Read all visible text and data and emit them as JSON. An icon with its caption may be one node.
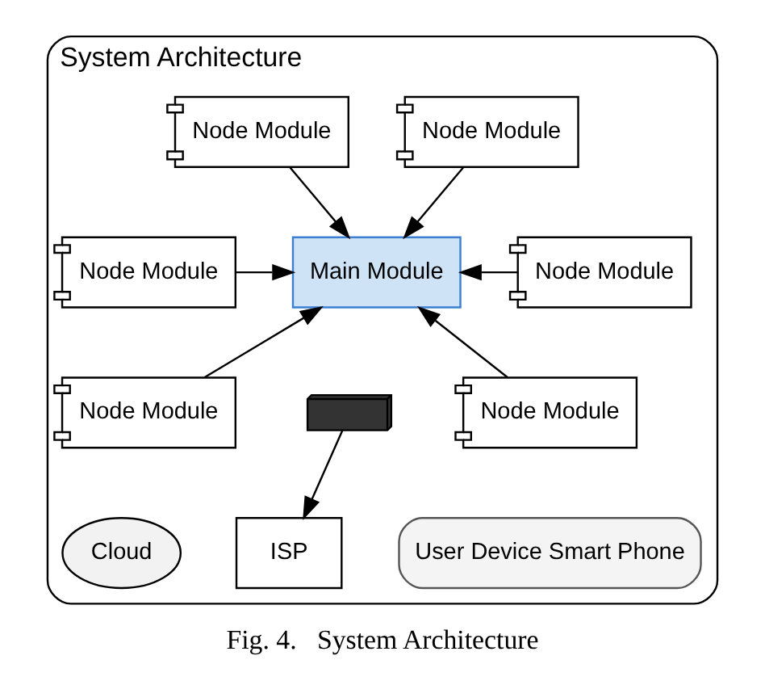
{
  "diagram": {
    "caption": "Fig. 4.   System Architecture",
    "nodes": [
      {
        "text": [
          "System Architecture"
        ]
      },
      {
        "text": [
          "Node Module"
        ],
        "in": 0
      },
      {
        "text": [
          "Node Module"
        ],
        "in": 0
      },
      {
        "text": [
          "Node Module"
        ],
        "in": 0
      },
      {
        "text": [
          "Node Module"
        ],
        "in": 0
      },
      {
        "text": [
          "Node Module"
        ],
        "in": 0
      },
      {
        "text": [
          "Node Module"
        ],
        "in": 0
      },
      {
        "text": [
          "Main Module"
        ],
        "in": 0
      },
      {
        "text": [],
        "shape": "picture",
        "in": 0
      },
      {
        "text": [
          "ISP"
        ],
        "in": 0
      },
      {
        "text": [
          "User Device Smart Phone"
        ],
        "in": 0
      },
      {
        "text": [
          "Cloud"
        ],
        "in": 0
      }
    ],
    "edges": [
      {
        "from": 1,
        "to": 7,
        "arrow": "to"
      },
      {
        "from": 2,
        "to": 7,
        "arrow": "to"
      },
      {
        "from": 3,
        "to": 7,
        "arrow": "to"
      },
      {
        "from": 5,
        "to": 7,
        "arrow": "to"
      },
      {
        "from": 4,
        "to": 7,
        "arrow": "to"
      },
      {
        "from": 6,
        "to": 7,
        "arrow": "to"
      },
      {
        "from": 8,
        "to": 9,
        "arrow": "to"
      }
    ]
  }
}
